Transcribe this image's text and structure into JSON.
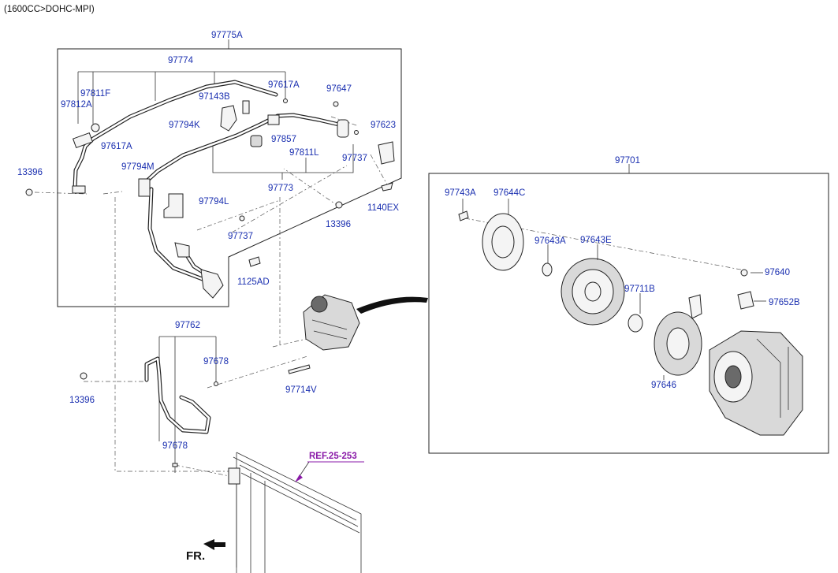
{
  "header": {
    "engine": "(1600CC>DOHC-MPI)"
  },
  "labels": {
    "p97775A": "97775A",
    "p97774": "97774",
    "p97811F": "97811F",
    "p97812A": "97812A",
    "p97617A_top": "97617A",
    "p97647": "97647",
    "p97143B": "97143B",
    "p97794K": "97794K",
    "p97857": "97857",
    "p97623": "97623",
    "p97617A_left": "97617A",
    "p97811L": "97811L",
    "p97737_right": "97737",
    "p13396_left": "13396",
    "p97794M": "97794M",
    "p97773": "97773",
    "p97794L": "97794L",
    "p1140EX": "1140EX",
    "p13396_mid": "13396",
    "p97737_mid": "97737",
    "p1125AD": "1125AD",
    "p97701": "97701",
    "p97743A": "97743A",
    "p97644C": "97644C",
    "p97643A": "97643A",
    "p97643E": "97643E",
    "p97640": "97640",
    "p97711B": "97711B",
    "p97652B": "97652B",
    "p97646": "97646",
    "p97762": "97762",
    "p97678_top": "97678",
    "p13396_low": "13396",
    "p97714V": "97714V",
    "p97678_low": "97678",
    "ref": "REF.25-253",
    "front": "FR."
  },
  "colors": {
    "label": "#1a2fb0",
    "ref": "#8a1aa8",
    "line": "#222222"
  }
}
